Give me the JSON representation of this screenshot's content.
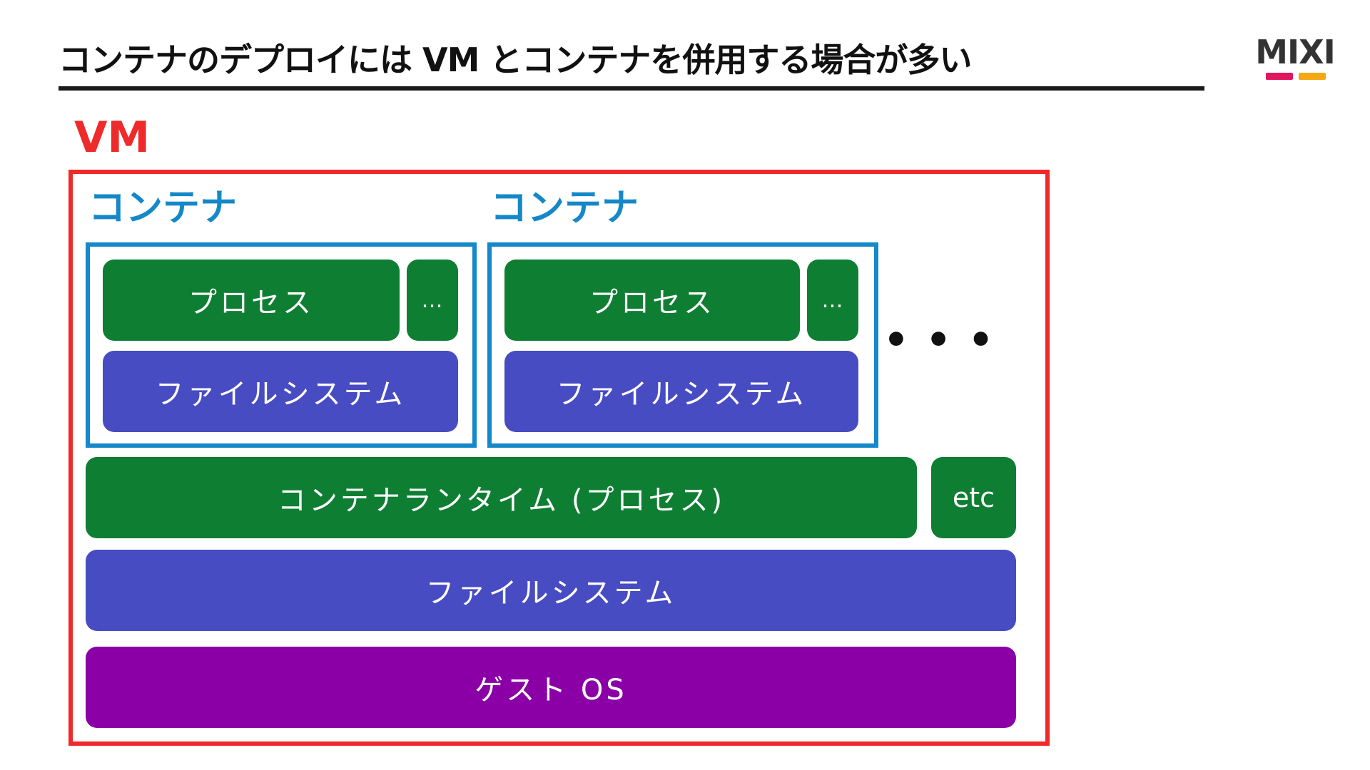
{
  "slide": {
    "title": "コンテナのデプロイには VM とコンテナを併用する場合が多い",
    "logo": {
      "text": "MIXI",
      "accent_colors": [
        "#e0165e",
        "#f5a811"
      ]
    }
  },
  "diagram": {
    "vm": {
      "label": "VM",
      "color": "#ee2a2a"
    },
    "containers": [
      {
        "label": "コンテナ",
        "process_label": "プロセス",
        "more_label": "…",
        "filesystem_label": "ファイルシステム"
      },
      {
        "label": "コンテナ",
        "process_label": "プロセス",
        "more_label": "…",
        "filesystem_label": "ファイルシステム"
      }
    ],
    "more_containers": "• • •",
    "runtime_label": "コンテナランタイム (プロセス)",
    "etc_label": "etc",
    "vm_filesystem_label": "ファイルシステム",
    "guest_os_label": "ゲスト OS",
    "colors": {
      "container_border": "#1488c8",
      "process": "#0e7e33",
      "filesystem": "#484cc2",
      "guest_os": "#8a00a6"
    }
  }
}
